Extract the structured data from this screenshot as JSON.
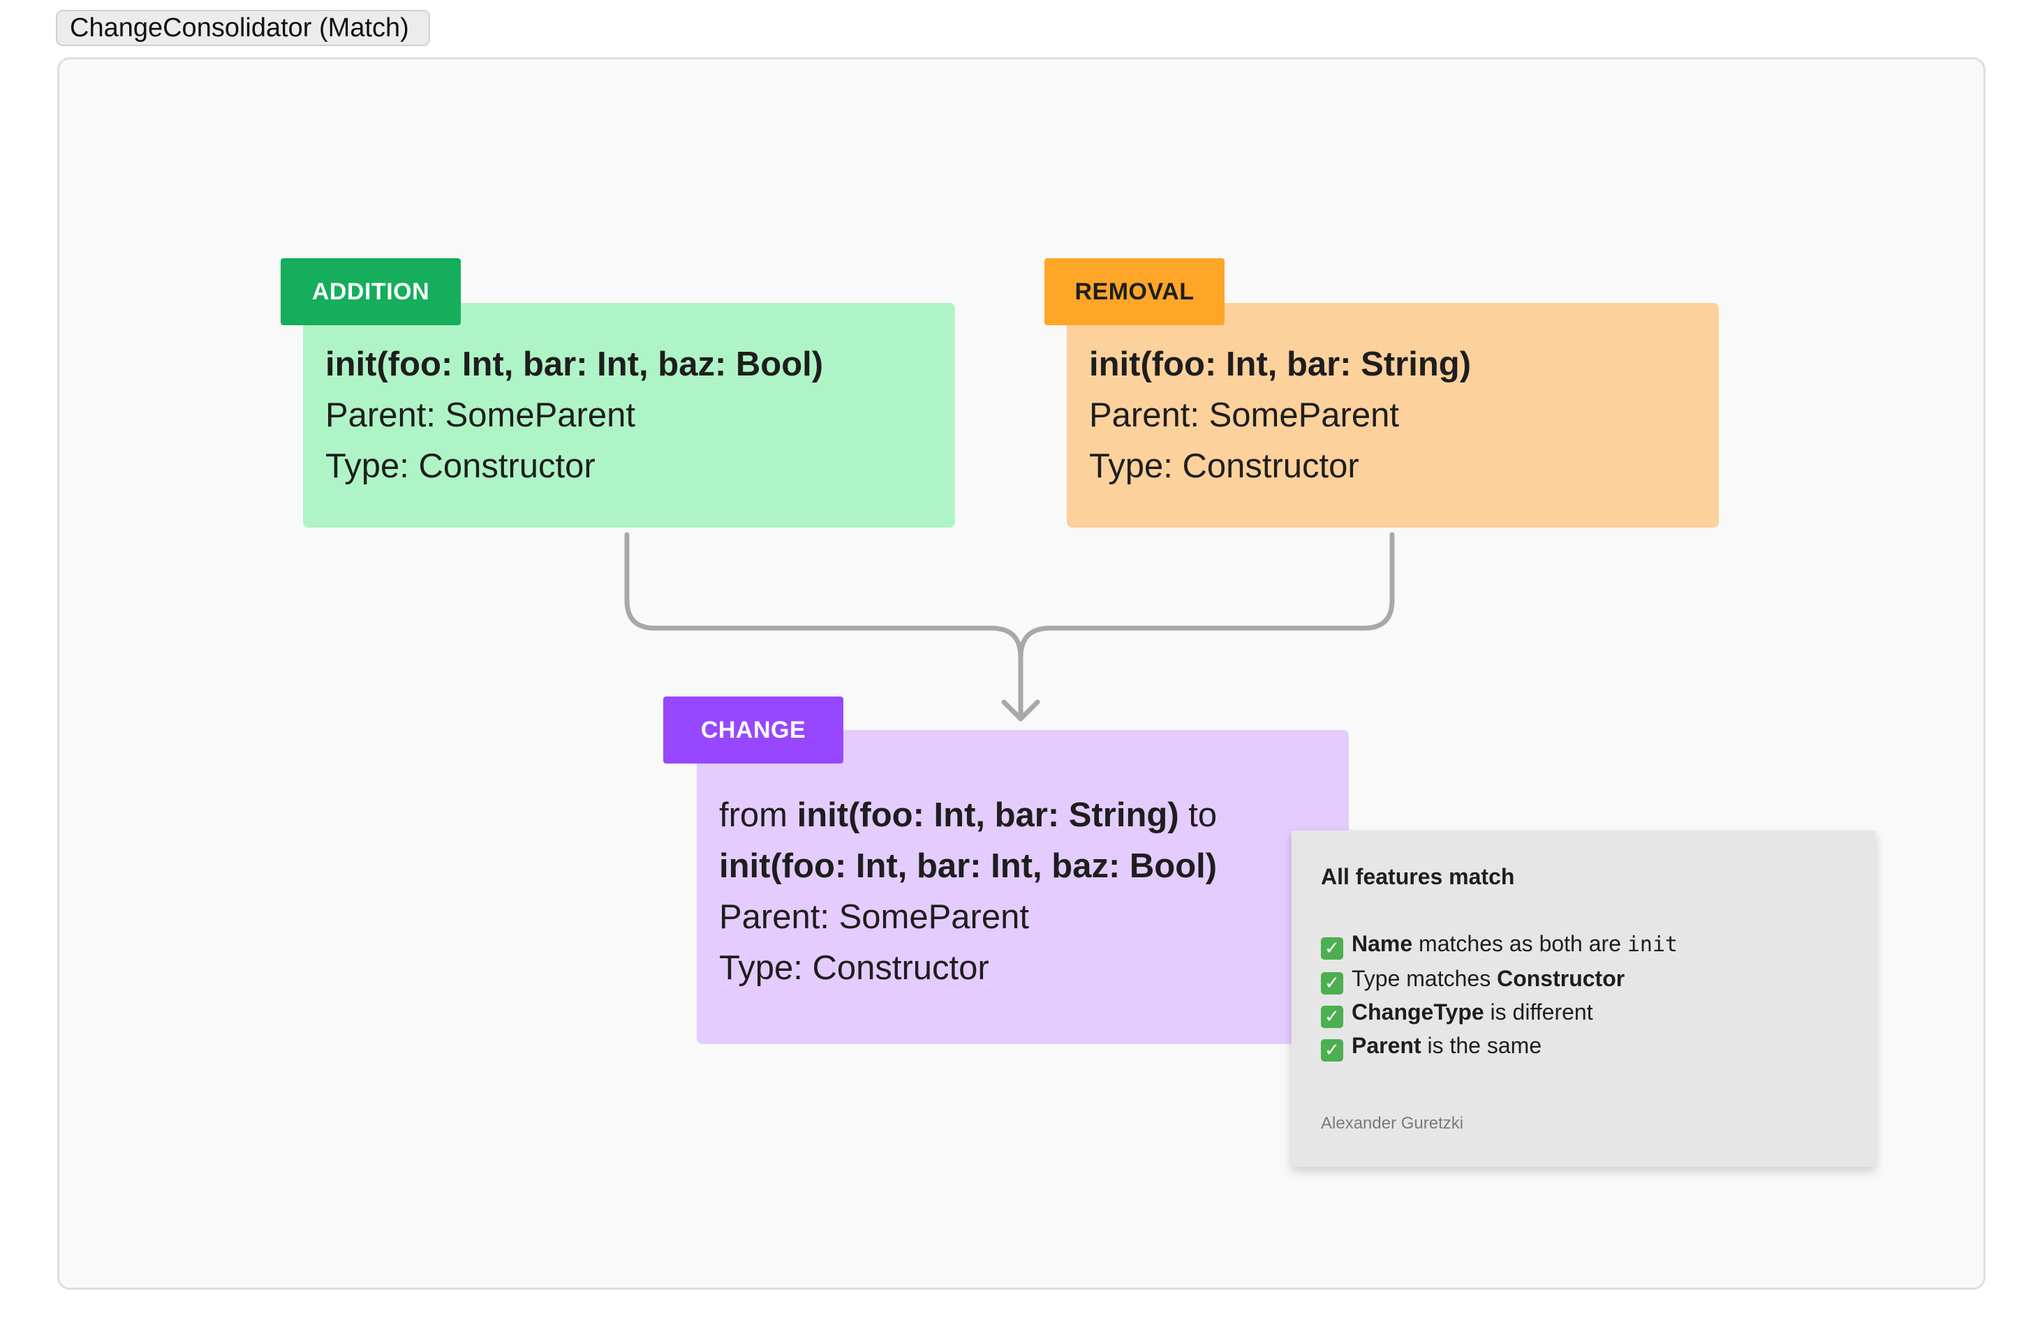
{
  "frame": {
    "title": "ChangeConsolidator (Match)"
  },
  "addition": {
    "tag": "ADDITION",
    "signature": "init(foo: Int, bar: Int, baz: Bool)",
    "parent": "Parent: SomeParent",
    "type": "Type: Constructor"
  },
  "removal": {
    "tag": "REMOVAL",
    "signature": "init(foo: Int, bar: String)",
    "parent": "Parent: SomeParent",
    "type": "Type: Constructor"
  },
  "change": {
    "tag": "CHANGE",
    "from_word": "from",
    "from_signature": "init(foo: Int, bar: String)",
    "to_word": "to",
    "to_signature": "init(foo: Int, bar: Int, baz: Bool)",
    "parent": "Parent: SomeParent",
    "type": "Type: Constructor"
  },
  "sticky_note": {
    "title": "All features match",
    "check_glyph": "✓",
    "items": [
      {
        "bold": "Name",
        "text": " matches as both are ",
        "code": "init"
      },
      {
        "text_before": "Type matches ",
        "bold": "Constructor"
      },
      {
        "bold": "ChangeType",
        "text": " is different"
      },
      {
        "bold": "Parent",
        "text": " is the same"
      }
    ],
    "author": "Alexander Guretzki"
  },
  "colors": {
    "addition_tag": "#14ae5c",
    "addition_card": "#aff4c6",
    "removal_tag": "#ffa629",
    "removal_card": "#fcd19c",
    "change_tag": "#9747ff",
    "change_card": "#e4ccff",
    "connector": "#a8a8a8",
    "sticky": "#e6e6e6"
  }
}
